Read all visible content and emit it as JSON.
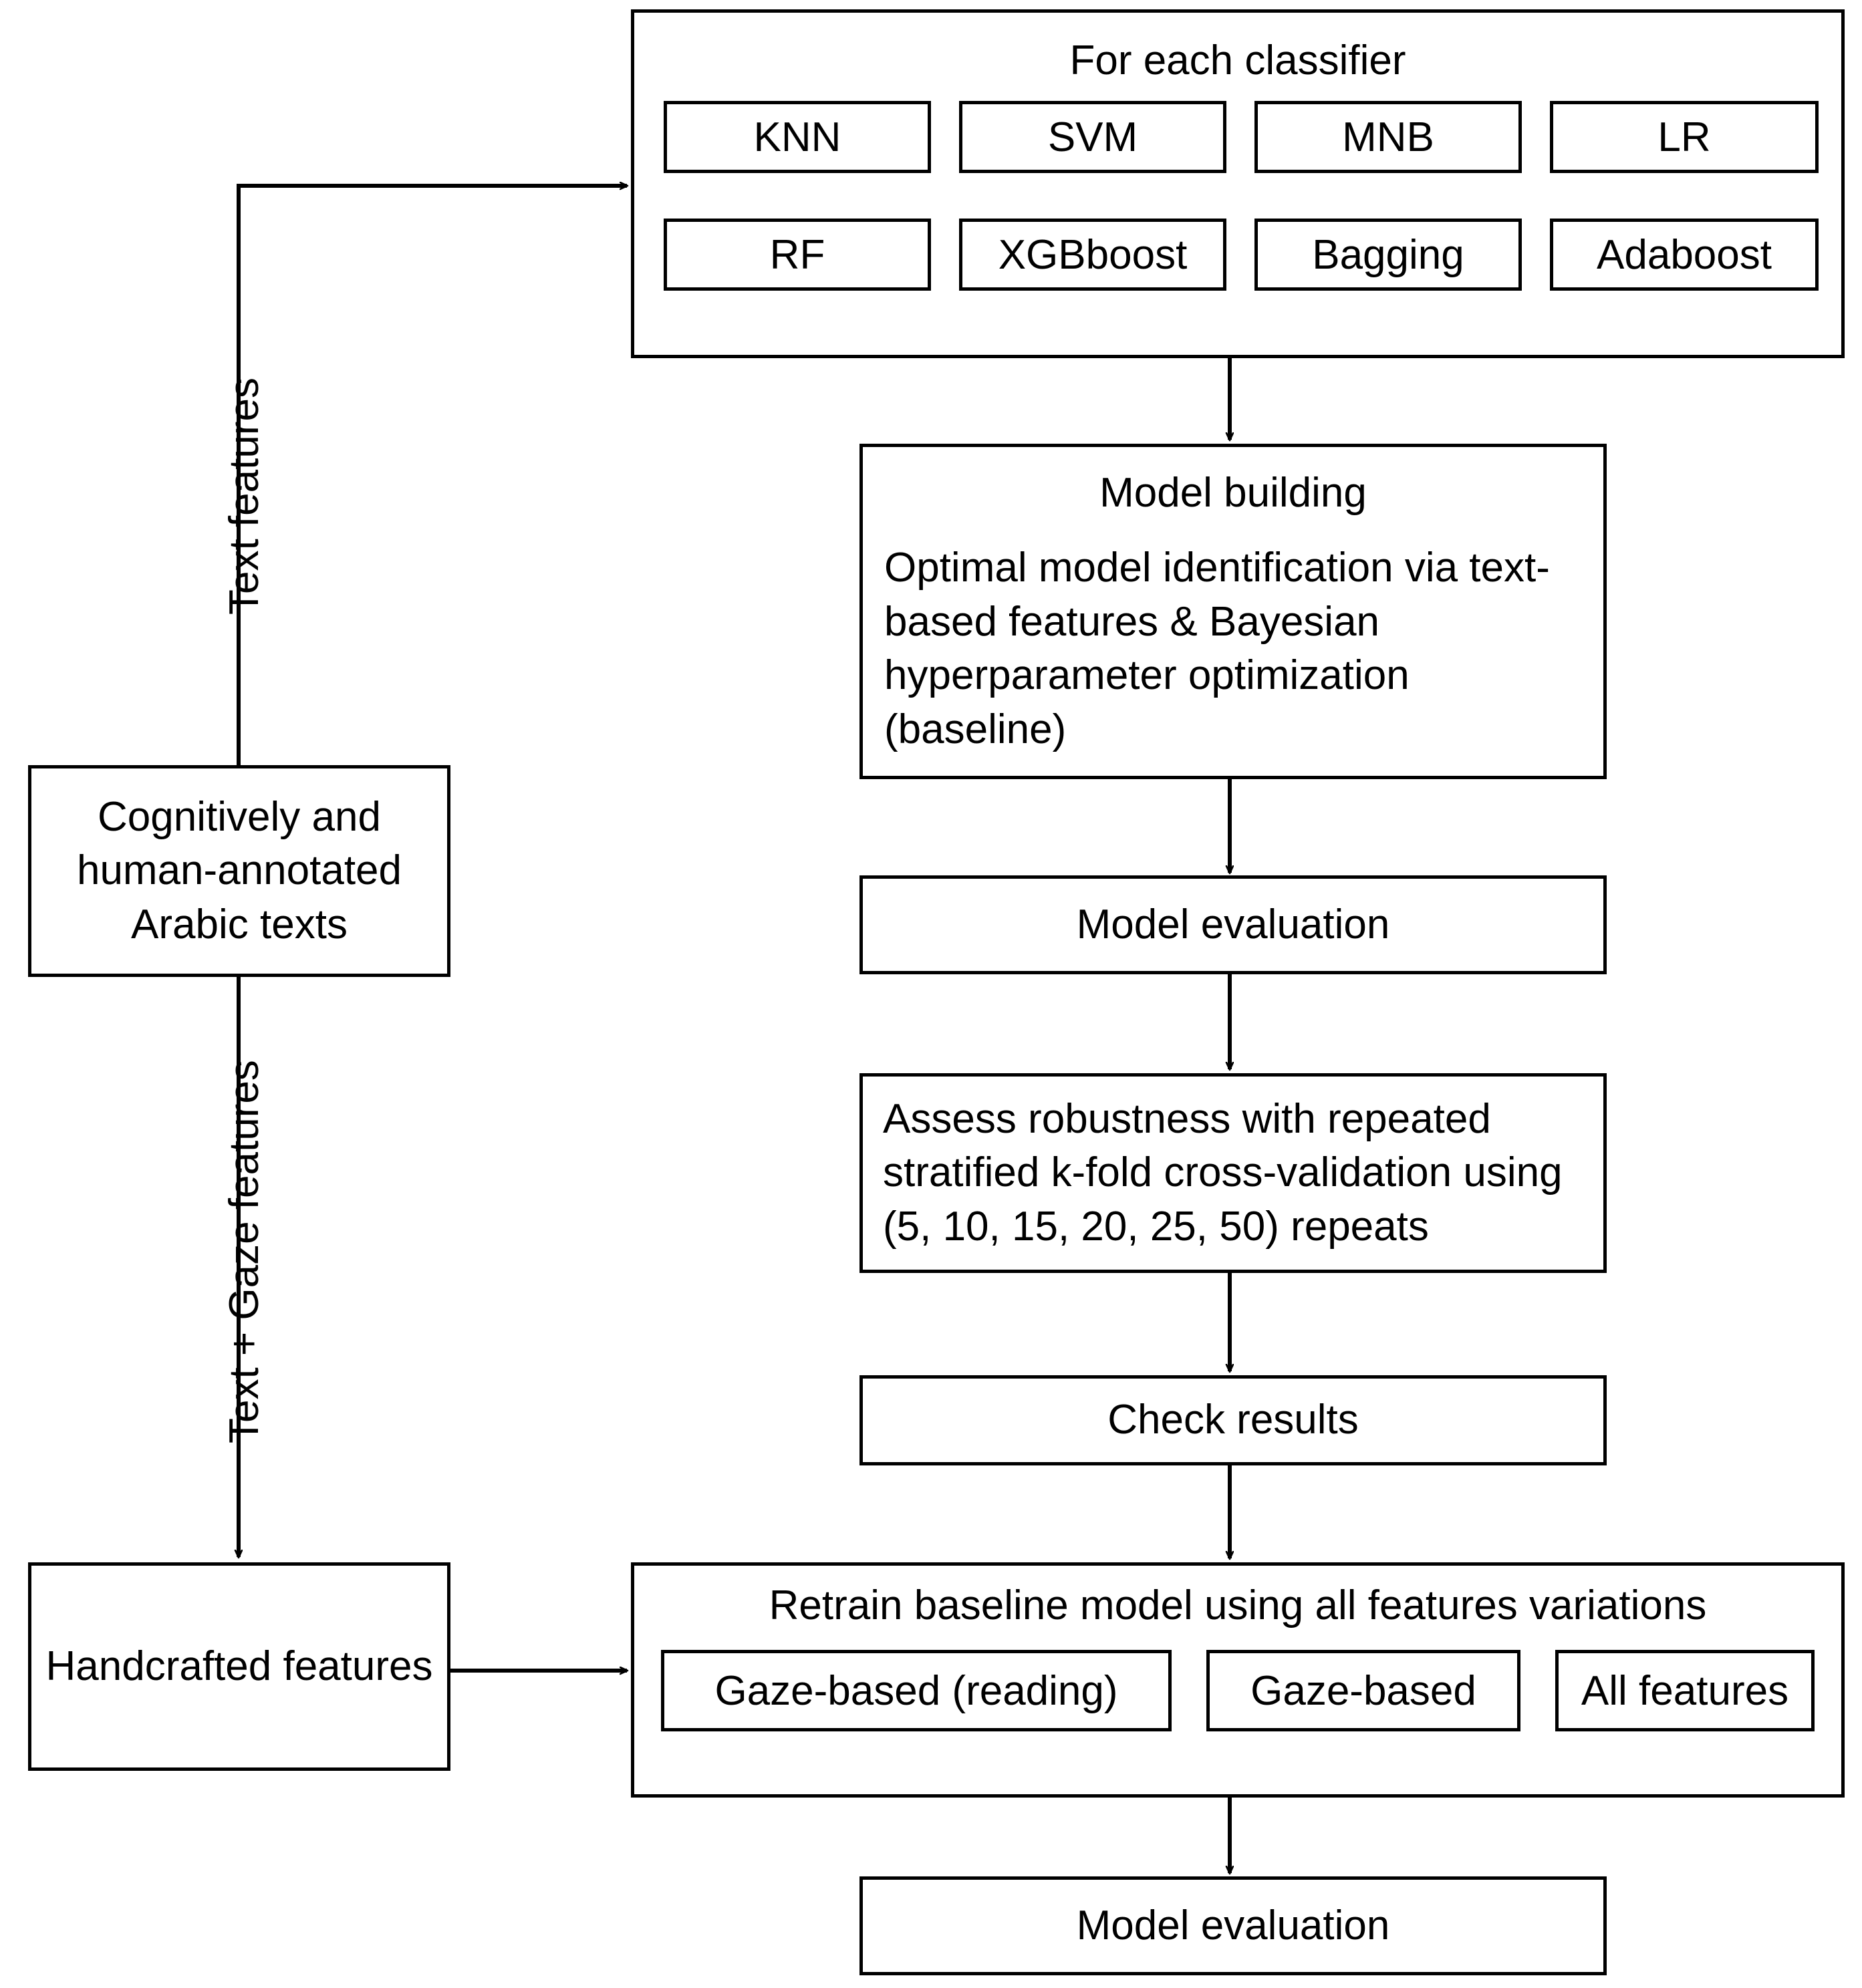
{
  "diagram": {
    "title": "Machine learning pipeline flowchart",
    "line_color": "#000000",
    "background_color": "#ffffff"
  },
  "classifier_group": {
    "title": "For each classifier",
    "classifiers": [
      {
        "label": "KNN"
      },
      {
        "label": "SVM"
      },
      {
        "label": "MNB"
      },
      {
        "label": "LR"
      },
      {
        "label": "RF"
      },
      {
        "label": "XGBboost"
      },
      {
        "label": "Bagging"
      },
      {
        "label": "Adaboost"
      }
    ]
  },
  "model_building": {
    "heading": "Model building",
    "body": "Optimal model identification via text-based features & Bayesian hyperparameter optimization (baseline)"
  },
  "model_evaluation_top": {
    "label": "Model evaluation"
  },
  "robustness": {
    "label": "Assess robustness with repeated stratified k-fold cross-validation using (5, 10, 15, 20, 25, 50) repeats"
  },
  "check_results": {
    "label": "Check results"
  },
  "retrain_group": {
    "title": "Retrain baseline model using all features variations",
    "variations": [
      {
        "label": "Gaze-based (reading)"
      },
      {
        "label": "Gaze-based"
      },
      {
        "label": "All features"
      }
    ]
  },
  "model_evaluation_bottom": {
    "label": "Model evaluation"
  },
  "data_source": {
    "label": "Cognitively and human-annotated Arabic texts"
  },
  "handcrafted": {
    "label": "Handcrafted features"
  },
  "edge_labels": {
    "text_features": "Text features",
    "text_gaze_features": "Text + Gaze features"
  }
}
